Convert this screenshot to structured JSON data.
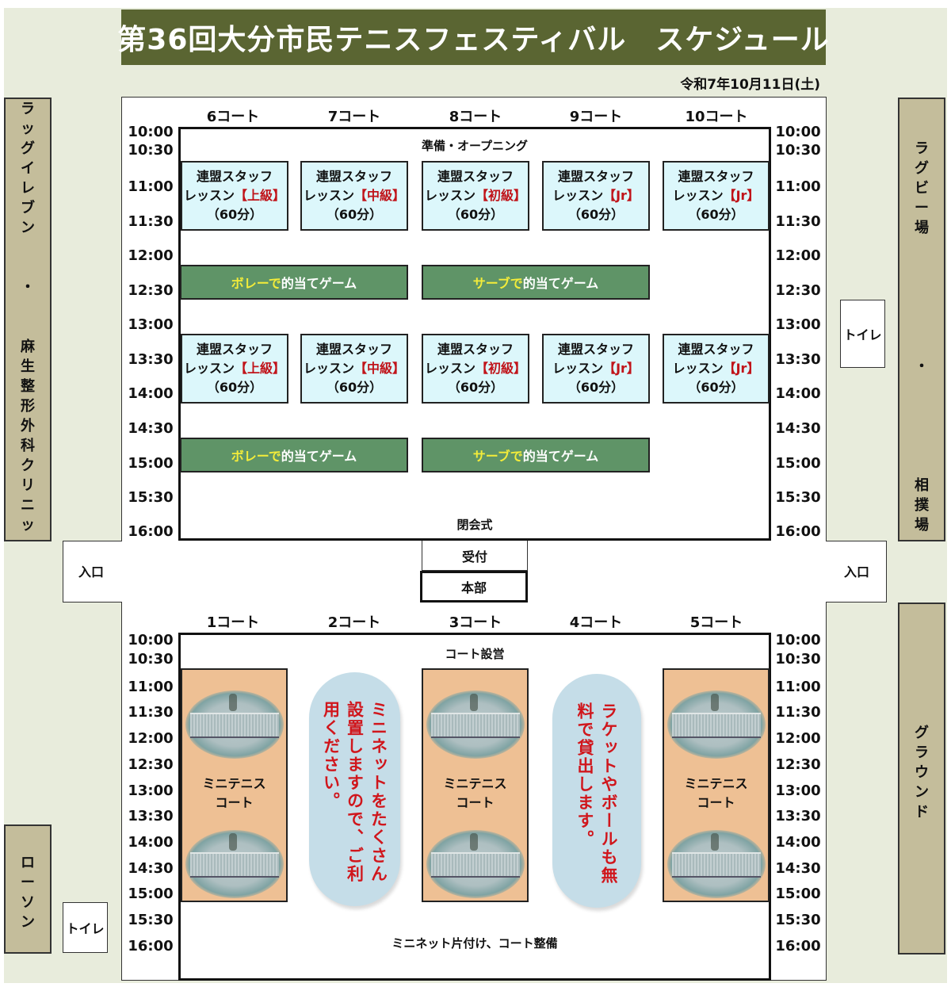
{
  "header": {
    "title": "第36回大分市民テニスフェスティバル　スケジュール",
    "date": "令和7年10月11日(土)"
  },
  "surroundings": {
    "left_top": [
      "ラ",
      "ッ",
      "グ",
      "イ",
      "レ",
      "ブ",
      "ン",
      "",
      "",
      "・",
      "",
      "",
      "麻",
      "生",
      "整",
      "形",
      "外",
      "科",
      "ク",
      "リ",
      "ニ",
      "ッ"
    ],
    "right_top": [
      "ラ",
      "グ",
      "ビ",
      "ー",
      "場",
      "",
      "",
      "",
      "",
      "",
      "",
      "・",
      "",
      "",
      "",
      "",
      "",
      "相",
      "撲",
      "場"
    ],
    "left_bottom": [
      "ロ",
      "ー",
      "ソ",
      "ン"
    ],
    "right_bottom": [
      "グ",
      "ラ",
      "ウ",
      "ン",
      "ド"
    ],
    "toilet": "トイレ",
    "entrance": "入口",
    "reception": "受付",
    "headquarters": "本部"
  },
  "times_top": [
    "10:00",
    "10:30",
    "11:00",
    "11:30",
    "12:00",
    "12:30",
    "13:00",
    "13:30",
    "14:00",
    "14:30",
    "15:00",
    "15:30",
    "16:00"
  ],
  "times_bottom": [
    "10:00",
    "10:30",
    "11:00",
    "11:30",
    "12:00",
    "12:30",
    "13:00",
    "13:30",
    "14:00",
    "14:30",
    "15:00",
    "15:30",
    "16:00"
  ],
  "top_section": {
    "courts": [
      "6コート",
      "7コート",
      "8コート",
      "9コート",
      "10コート"
    ],
    "opening": "準備・オープニング",
    "closing": "閉会式",
    "lessons": [
      {
        "line1": "連盟スタッフ",
        "prefix": "レッスン",
        "level": "【上級】",
        "duration": "（60分）"
      },
      {
        "line1": "連盟スタッフ",
        "prefix": "レッスン",
        "level": "【中級】",
        "duration": "（60分）"
      },
      {
        "line1": "連盟スタッフ",
        "prefix": "レッスン",
        "level": "【初級】",
        "duration": "（60分）"
      },
      {
        "line1": "連盟スタッフ",
        "prefix": "レッスン",
        "level": "【Jr】",
        "duration": "（60分）"
      },
      {
        "line1": "連盟スタッフ",
        "prefix": "レッスン",
        "level": "【Jr】",
        "duration": "（60分）"
      }
    ],
    "games": [
      {
        "highlight": "ボレーで",
        "rest": "的当てゲーム"
      },
      {
        "highlight": "サーブで",
        "rest": "的当てゲーム"
      }
    ]
  },
  "bottom_section": {
    "courts": [
      "1コート",
      "2コート",
      "3コート",
      "4コート",
      "5コート"
    ],
    "setup": "コート設営",
    "cleanup": "ミニネット片付け、コート整備",
    "mini_court_label_1": "ミニテニス",
    "mini_court_label_2": "コート",
    "notice_left": "ミニネットをたくさん設置しますので、ご利用ください。",
    "notice_right": "ラケットやボールも無料で貸出します。"
  },
  "colors": {
    "title_bg": "#5a6532",
    "lesson_bg": "#dcf7fb",
    "level_red": "#c0141a",
    "game_bg": "#5f9467",
    "game_highlight": "#f3ec3a",
    "mini_court_bg": "#eec094",
    "notice_bg": "#c5dde8",
    "side_bg": "#c4bd9b"
  }
}
